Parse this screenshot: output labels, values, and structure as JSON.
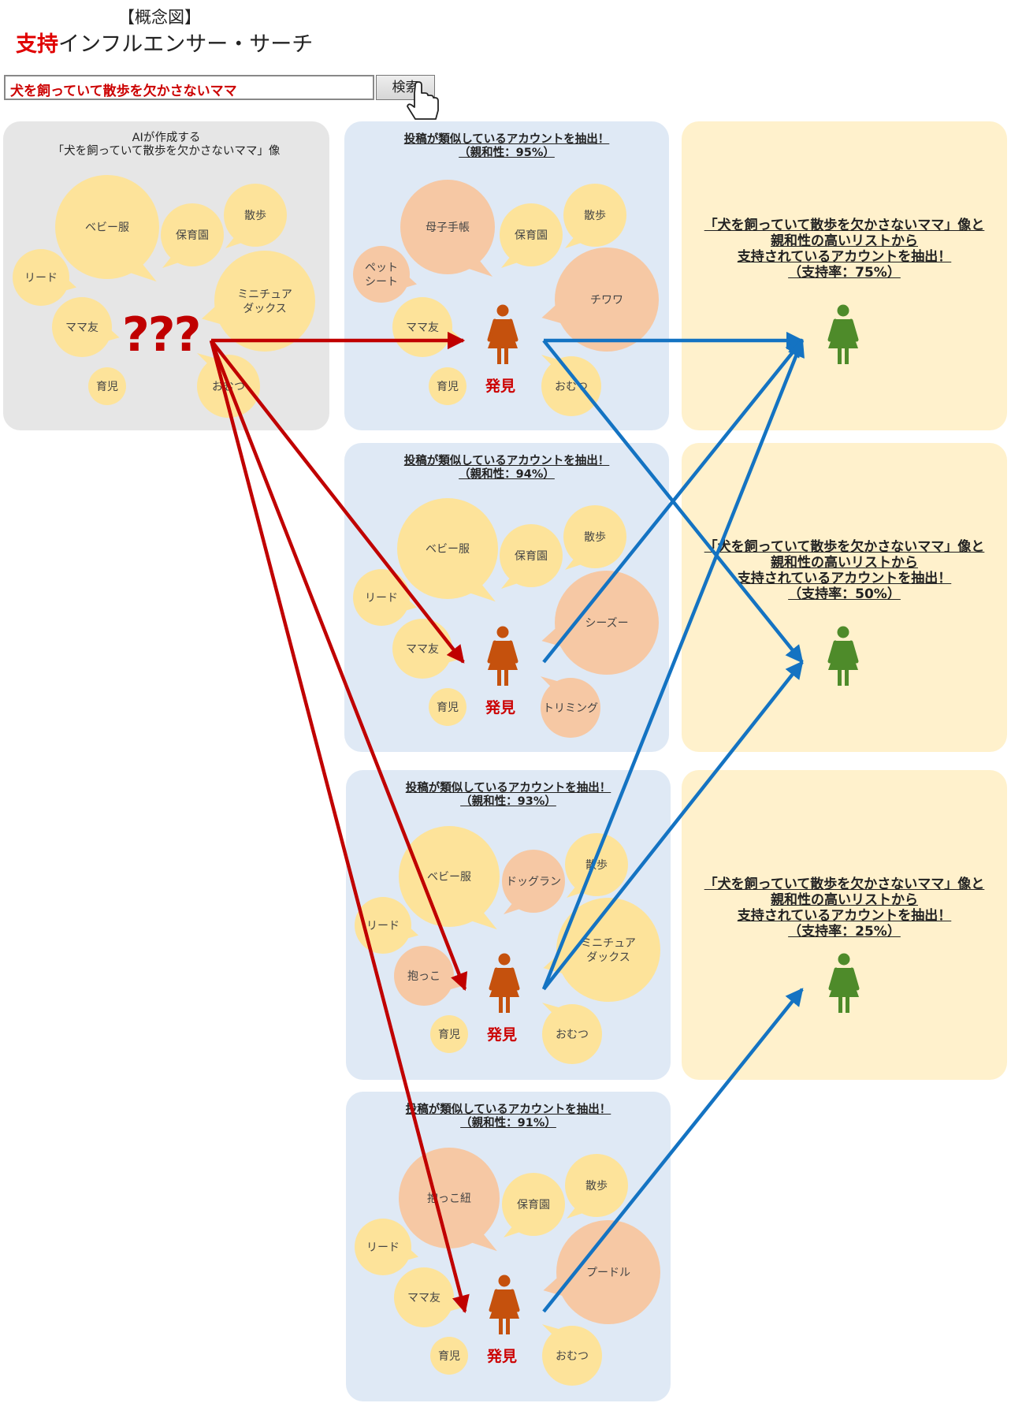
{
  "header": {
    "title1": "【概念図】",
    "title2_accent": "支持",
    "title2_rest": "インフルエンサー・サーチ"
  },
  "search": {
    "query": "犬を飼っていて散歩を欠かさないママ",
    "button": "検索"
  },
  "ai_panel": {
    "line1": "AIが作成する",
    "line2": "「犬を飼っていて散歩を欠かさないママ」像",
    "mystery": "???"
  },
  "found_label": "発見",
  "colors": {
    "yellow_bubble": "#fde39a",
    "orange_bubble": "#f6c8a4",
    "red_arrow": "#c00000",
    "blue_arrow": "#1473c2",
    "person_orange": "#c5510d",
    "person_green": "#4e8b2a"
  },
  "similar_panels": [
    {
      "title": "投稿が類似しているアカウントを抽出！",
      "affinity": "（親和性：95%）"
    },
    {
      "title": "投稿が類似しているアカウントを抽出！",
      "affinity": "（親和性：94%）"
    },
    {
      "title": "投稿が類似しているアカウントを抽出！",
      "affinity": "（親和性：93%）"
    },
    {
      "title": "投稿が類似しているアカウントを抽出！",
      "affinity": "（親和性：91%）"
    }
  ],
  "support_panels": [
    {
      "line1": "「犬を飼っていて散歩を欠かさないママ」像と",
      "line2": "親和性の高いリストから",
      "line3": "支持されているアカウントを抽出！",
      "rate": "（支持率：75%）"
    },
    {
      "line1": "「犬を飼っていて散歩を欠かさないママ」像と",
      "line2": "親和性の高いリストから",
      "line3": "支持されているアカウントを抽出！",
      "rate": "（支持率：50%）"
    },
    {
      "line1": "「犬を飼っていて散歩を欠かさないママ」像と",
      "line2": "親和性の高いリストから",
      "line3": "支持されているアカウントを抽出！",
      "rate": "（支持率：25%）"
    }
  ],
  "bubbles": {
    "ai": [
      "ベビー服",
      "保育園",
      "散歩",
      "リード",
      "ミニチュアダックス",
      "ママ友",
      "育児",
      "おむつ"
    ],
    "p1": [
      "母子手帳",
      "保育園",
      "散歩",
      "ペットシート",
      "チワワ",
      "ママ友",
      "育児",
      "おむつ"
    ],
    "p2": [
      "ベビー服",
      "保育園",
      "散歩",
      "リード",
      "シーズー",
      "ママ友",
      "育児",
      "トリミング"
    ],
    "p3": [
      "ベビー服",
      "ドッグラン",
      "散歩",
      "リード",
      "ミニチュアダックス",
      "抱っこ",
      "育児",
      "おむつ"
    ],
    "p4": [
      "抱っこ紐",
      "保育園",
      "散歩",
      "リード",
      "プードル",
      "ママ友",
      "育児",
      "おむつ"
    ]
  }
}
